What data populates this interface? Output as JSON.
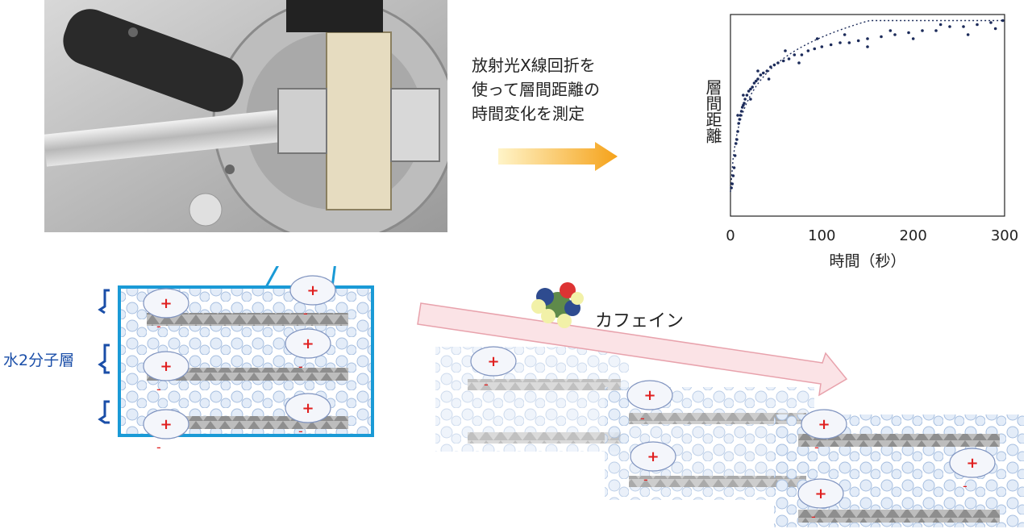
{
  "caption": "放射光X線回折を\n使って層間距離の\n時間変化を測定",
  "water_layer_label": "水2分子層",
  "molecule_label": "カフェイン",
  "ion_labels": {
    "plus": "+",
    "minus": "-"
  },
  "icons": [
    "photo-experiment",
    "gradient-arrow-icon",
    "caffeine-molecule-icon",
    "pink-arrow-icon",
    "bracket-icon"
  ],
  "colors": {
    "accent_blue": "#1a9ad6",
    "label_blue": "#1a4ea8",
    "cation_red": "#e02020",
    "data_navy": "#1c2b5a",
    "arrow_orange": "#f5a21a"
  },
  "chart_data": {
    "type": "scatter",
    "xlabel": "時間（秒）",
    "ylabel": "層間距離",
    "x_ticks": [
      0,
      100,
      200,
      300
    ],
    "xlim": [
      0,
      300
    ],
    "ylim": [
      0,
      1
    ],
    "y_ticks_visible": false,
    "grid": false,
    "trend_line": "dotted",
    "points": [
      [
        1,
        0.14
      ],
      [
        2,
        0.16
      ],
      [
        3,
        0.2
      ],
      [
        4,
        0.24
      ],
      [
        5,
        0.3
      ],
      [
        6,
        0.36
      ],
      [
        7,
        0.38
      ],
      [
        8,
        0.42
      ],
      [
        9,
        0.46
      ],
      [
        10,
        0.48
      ],
      [
        11,
        0.5
      ],
      [
        12,
        0.52
      ],
      [
        13,
        0.54
      ],
      [
        14,
        0.55
      ],
      [
        15,
        0.56
      ],
      [
        16,
        0.58
      ],
      [
        18,
        0.6
      ],
      [
        20,
        0.62
      ],
      [
        22,
        0.63
      ],
      [
        24,
        0.64
      ],
      [
        26,
        0.66
      ],
      [
        28,
        0.67
      ],
      [
        30,
        0.68
      ],
      [
        33,
        0.7
      ],
      [
        36,
        0.71
      ],
      [
        40,
        0.72
      ],
      [
        44,
        0.74
      ],
      [
        48,
        0.75
      ],
      [
        52,
        0.76
      ],
      [
        58,
        0.77
      ],
      [
        64,
        0.78
      ],
      [
        70,
        0.8
      ],
      [
        78,
        0.8
      ],
      [
        85,
        0.82
      ],
      [
        92,
        0.83
      ],
      [
        100,
        0.84
      ],
      [
        110,
        0.85
      ],
      [
        120,
        0.86
      ],
      [
        130,
        0.86
      ],
      [
        140,
        0.87
      ],
      [
        150,
        0.88
      ],
      [
        165,
        0.89
      ],
      [
        180,
        0.9
      ],
      [
        195,
        0.91
      ],
      [
        210,
        0.92
      ],
      [
        225,
        0.92
      ],
      [
        240,
        0.94
      ],
      [
        255,
        0.94
      ],
      [
        270,
        0.95
      ],
      [
        285,
        0.96
      ],
      [
        298,
        0.97
      ],
      [
        8,
        0.5
      ],
      [
        14,
        0.6
      ],
      [
        22,
        0.58
      ],
      [
        30,
        0.72
      ],
      [
        42,
        0.68
      ],
      [
        60,
        0.82
      ],
      [
        75,
        0.76
      ],
      [
        95,
        0.88
      ],
      [
        125,
        0.9
      ],
      [
        150,
        0.84
      ],
      [
        175,
        0.92
      ],
      [
        200,
        0.88
      ],
      [
        230,
        0.95
      ],
      [
        260,
        0.9
      ],
      [
        290,
        0.93
      ]
    ]
  }
}
